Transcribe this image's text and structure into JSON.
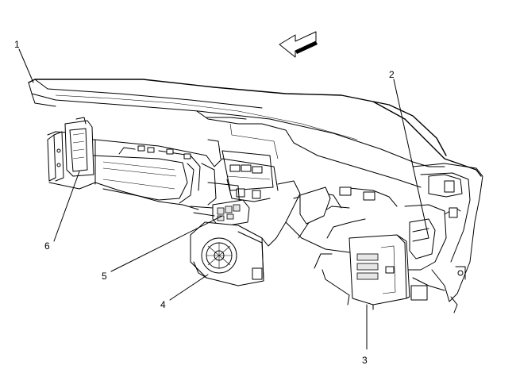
{
  "callouts": [
    {
      "id": "1",
      "label": "1"
    },
    {
      "id": "2",
      "label": "2"
    },
    {
      "id": "3",
      "label": "3"
    },
    {
      "id": "4",
      "label": "4"
    },
    {
      "id": "5",
      "label": "5"
    },
    {
      "id": "6",
      "label": "6"
    }
  ],
  "icons": {
    "direction_arrow": "forward-arrow-icon"
  }
}
